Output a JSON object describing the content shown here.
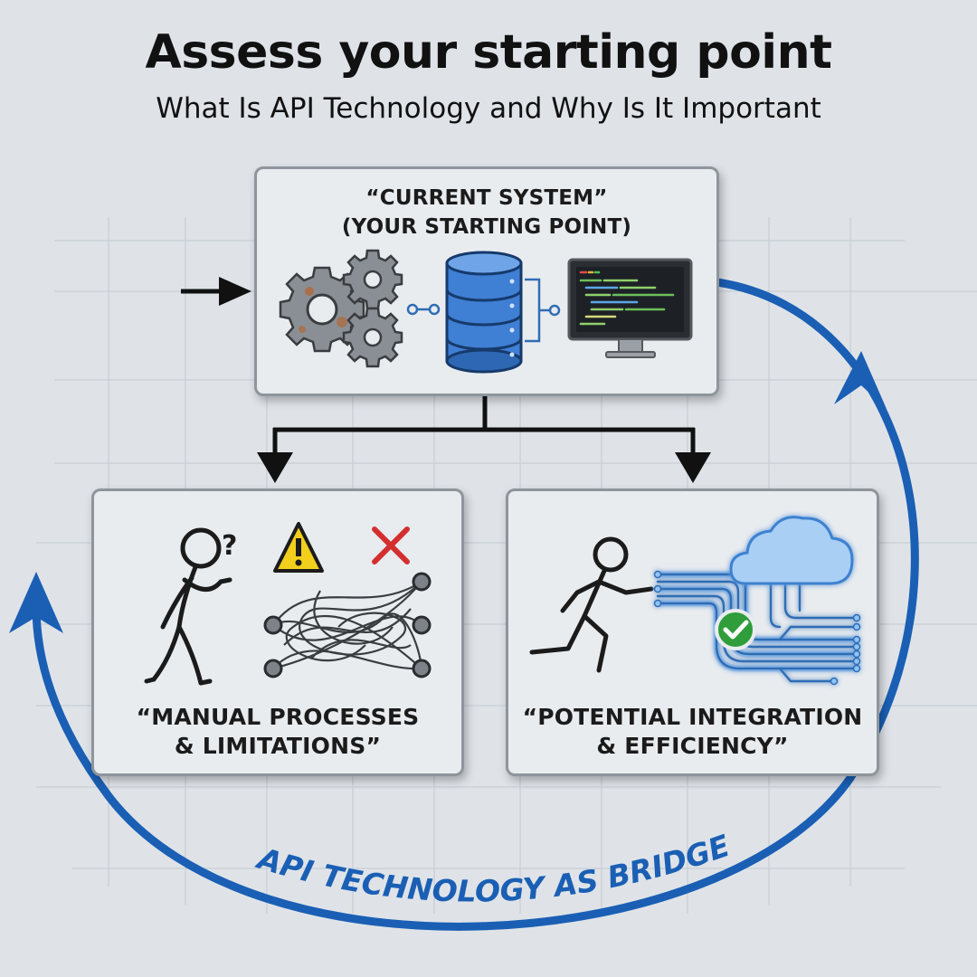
{
  "header": {
    "title": "Assess your starting point",
    "subtitle": "What Is API Technology and Why Is It Important"
  },
  "current_system": {
    "label_line1": "“CURRENT SYSTEM”",
    "label_line2": "(YOUR STARTING POINT)"
  },
  "manual": {
    "label_line1": "“MANUAL PROCESSES",
    "label_line2": "& LIMITATIONS”",
    "question_mark": "?"
  },
  "integration": {
    "label_line1": "“POTENTIAL INTEGRATION",
    "label_line2": "& EFFICIENCY”"
  },
  "bridge": {
    "label": "API TECHNOLOGY AS BRIDGE"
  },
  "colors": {
    "background": "#dfe3e8",
    "card_fill": "#e9ecef",
    "card_border": "#8e959c",
    "accent_blue": "#1a5fb4",
    "warning_yellow": "#f2cf1d",
    "error_red": "#d32f2f",
    "success_green": "#2e9d3a"
  },
  "icons": [
    "arrow-right-icon",
    "gears-icon",
    "database-icon",
    "monitor-code-icon",
    "confused-person-icon",
    "warning-icon",
    "x-mark-icon",
    "tangled-wires-icon",
    "running-person-icon",
    "cloud-icon",
    "checkmark-icon",
    "circuit-lines-icon",
    "cycle-arrow-icon"
  ]
}
